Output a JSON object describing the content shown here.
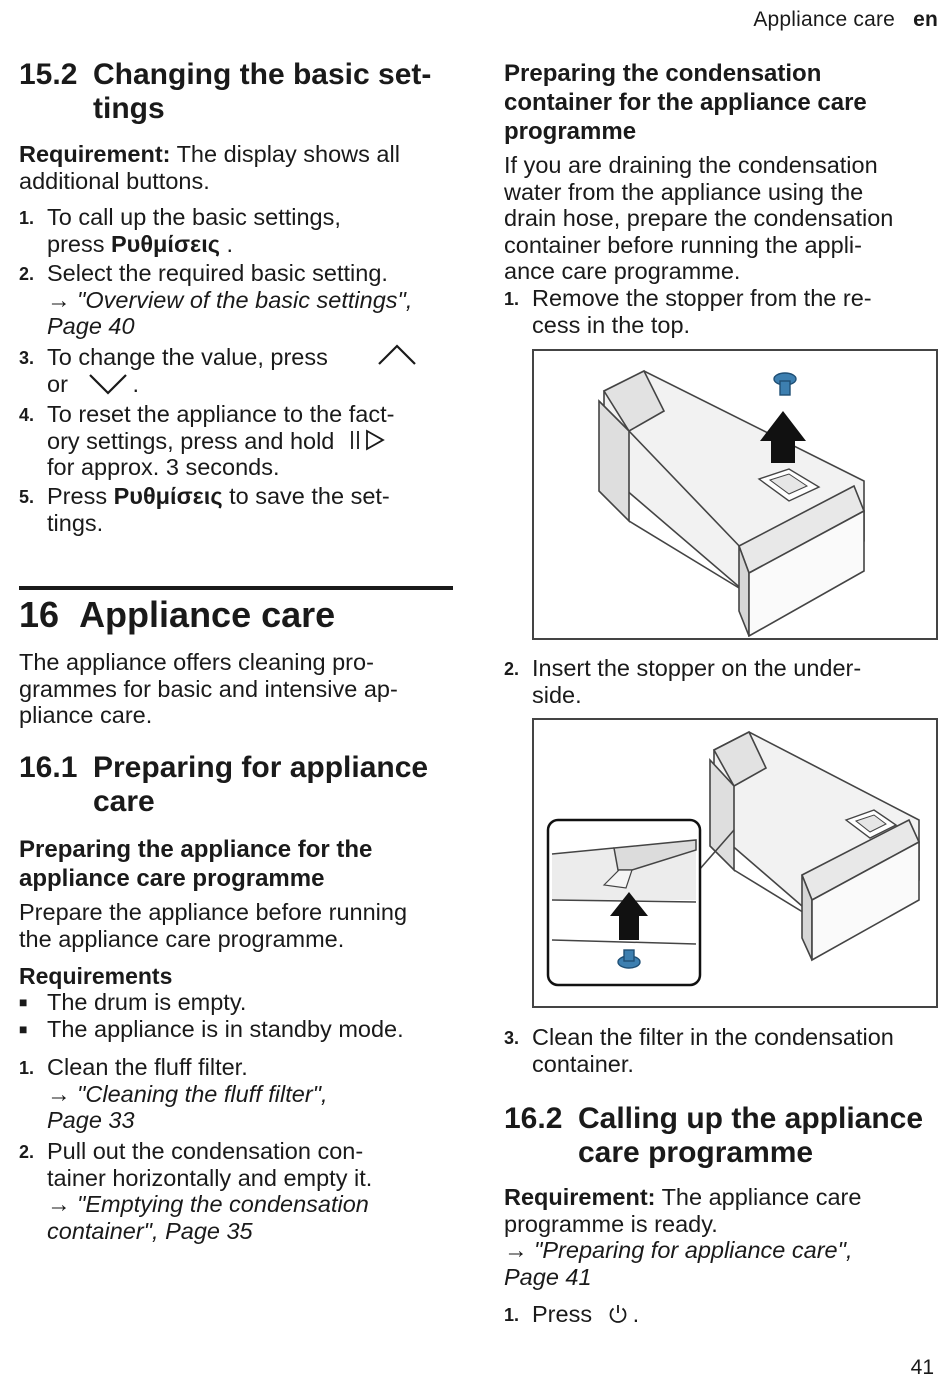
{
  "header": {
    "section": "Appliance care",
    "lang": "en"
  },
  "page_number": "41",
  "s152": {
    "num": "15.2",
    "title": "Changing the basic set-tings",
    "title_l1": "Changing the basic set-",
    "title_l2": "tings",
    "req_label": "Requirement:",
    "req_text": " The display shows all additional buttons.",
    "steps": [
      {
        "n": "1.",
        "t1": "To call up the basic settings,",
        "t2a": "press ",
        "btn": "Ρυθμίσεις",
        "t2b": " ."
      },
      {
        "n": "2.",
        "t1": "Select the required basic setting.",
        "ref1": "→ \"Overview of the basic settings\",",
        "ref2": "Page 40"
      },
      {
        "n": "3.",
        "t1": "To change the value, press",
        "t2": "or",
        "t2end": "."
      },
      {
        "n": "4.",
        "t1": "To reset the appliance to the fact-",
        "t2": "ory settings, press and hold",
        "t3": "for approx. 3 seconds."
      },
      {
        "n": "5.",
        "t1a": "Press ",
        "btn": "Ρυθμίσεις",
        "t1b": " to save the set-",
        "t2": "tings."
      }
    ]
  },
  "s16": {
    "num": "16",
    "title": "Appliance care",
    "intro_l1": "The appliance offers cleaning pro-",
    "intro_l2": "grammes for basic and intensive ap-",
    "intro_l3": "pliance care."
  },
  "s161": {
    "num": "16.1",
    "title_l1": "Preparing for appliance",
    "title_l2": "care",
    "sub1_l1": "Preparing the appliance for the",
    "sub1_l2": "appliance care programme",
    "sub1_text_l1": "Prepare the appliance before running",
    "sub1_text_l2": "the appliance care programme.",
    "req_heading": "Requirements",
    "requirements": [
      "The drum is empty.",
      "The appliance is in standby mode."
    ],
    "steps": [
      {
        "n": "1.",
        "t1": "Clean the fluff filter.",
        "ref1": "→ \"Cleaning the fluff filter\",",
        "ref2": "Page 33"
      },
      {
        "n": "2.",
        "t1": "Pull out the condensation con-",
        "t2": "tainer horizontally and empty it.",
        "ref1": "→ \"Emptying the condensation",
        "ref2": "container\", Page 35"
      }
    ],
    "sub2_l1": "Preparing the condensation",
    "sub2_l2": "container for the appliance care",
    "sub2_l3": "programme",
    "sub2_text": [
      "If you are draining the condensation",
      "water from the appliance using the",
      "drain hose, prepare the condensation",
      "container before running the appli-",
      "ance care programme."
    ],
    "steps2": [
      {
        "n": "1.",
        "t1": "Remove the stopper from the re-",
        "t2": "cess in the top."
      },
      {
        "n": "2.",
        "t1": "Insert the stopper on the under-",
        "t2": "side."
      },
      {
        "n": "3.",
        "t1": "Clean the filter in the condensation",
        "t2": "container."
      }
    ]
  },
  "s162": {
    "num": "16.2",
    "title_l1": "Calling up the appliance",
    "title_l2": "care programme",
    "req_label": "Requirement:",
    "req_l1": " The appliance care",
    "req_l2": "programme is ready.",
    "ref1": "→ \"Preparing for appliance care\",",
    "ref2": "Page 41",
    "step": {
      "n": "1.",
      "t1": "Press",
      "end": "."
    }
  },
  "icons": {
    "up": "chevron-up-icon",
    "down": "chevron-down-icon",
    "start_pause": "start-pause-icon",
    "power": "power-icon"
  },
  "colors": {
    "stopper": "#3d7fb0",
    "text": "#1a1a1a"
  }
}
